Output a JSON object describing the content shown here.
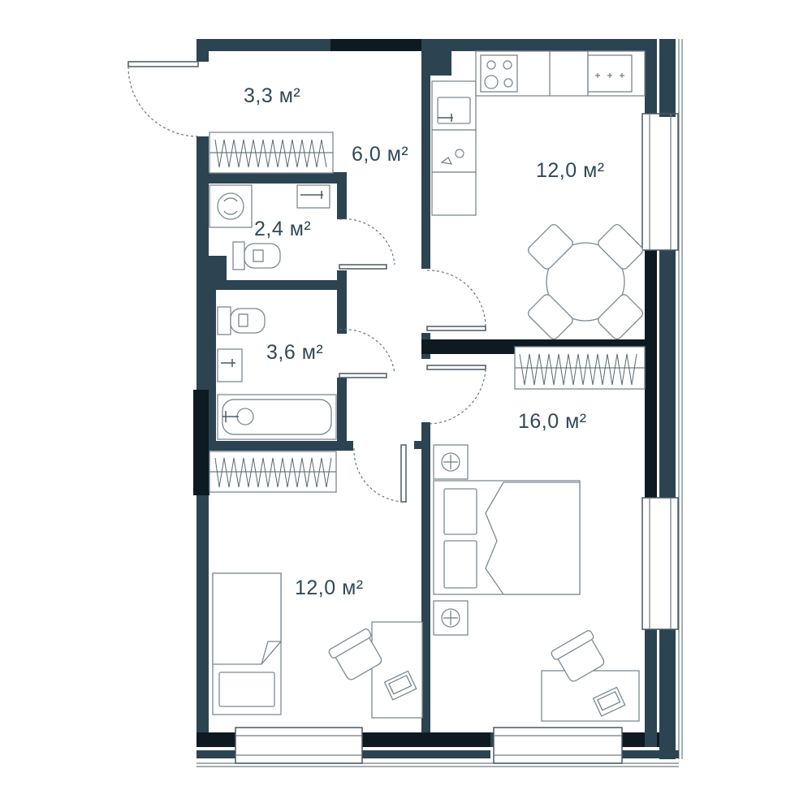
{
  "rooms": [
    {
      "id": "entry",
      "area_label": "3,3 м²"
    },
    {
      "id": "hall",
      "area_label": "6,0 м²"
    },
    {
      "id": "kitchen",
      "area_label": "12,0 м²"
    },
    {
      "id": "wc",
      "area_label": "2,4 м²"
    },
    {
      "id": "bathroom",
      "area_label": "3,6 м²"
    },
    {
      "id": "bedroom-large",
      "area_label": "16,0 м²"
    },
    {
      "id": "bedroom-small",
      "area_label": "12,0 м²"
    }
  ],
  "colors": {
    "wall": "#2c4451",
    "wall_dark": "#0d1a21",
    "line": "#7c8a92",
    "label": "#2f4a58"
  }
}
